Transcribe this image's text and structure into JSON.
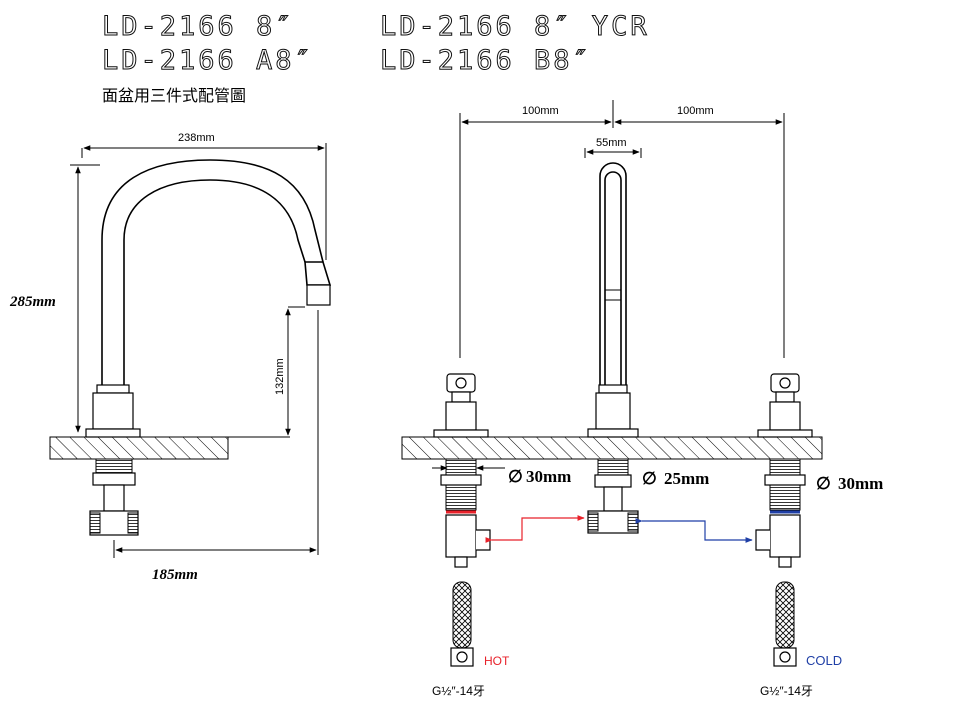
{
  "title": {
    "row1_left": "LD-2166 8″",
    "row1_right": "LD-2166 8″ YCR",
    "row2_left": "LD-2166 A8″",
    "row2_right": "LD-2166 B8″",
    "subtitle": "面盆用三件式配管圖"
  },
  "side_view": {
    "width_label": "238mm",
    "height_label": "285mm",
    "spout_clearance_label": "132mm",
    "reach_label": "185mm"
  },
  "front_view": {
    "spacing_left_label": "100mm",
    "spacing_right_label": "100mm",
    "spout_width_label": "55mm",
    "diameter_left": "30mm",
    "diameter_center": "25mm",
    "diameter_right": "30mm",
    "diameter_symbol": "∅",
    "hot_label": "HOT",
    "cold_label": "COLD",
    "thread_left": "G½″-14牙",
    "thread_right": "G½″-14牙"
  },
  "colors": {
    "hot": "#e8212a",
    "cold": "#1f3fa6",
    "line": "#000000"
  }
}
